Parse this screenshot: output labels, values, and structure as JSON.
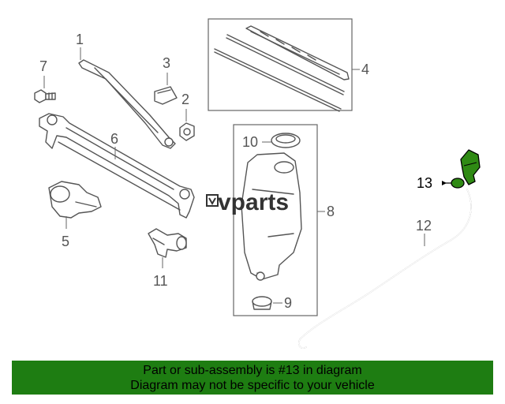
{
  "callouts": {
    "c1": "1",
    "c2": "2",
    "c3": "3",
    "c4": "4",
    "c5": "5",
    "c6": "6",
    "c7": "7",
    "c8": "8",
    "c9": "9",
    "c10": "10",
    "c11": "11",
    "c12": "12",
    "c13": "13"
  },
  "highlight_color": "#2f8a14",
  "watermark": {
    "brand": "vparts"
  },
  "banner": {
    "line1": "Part or sub-assembly is #13 in diagram",
    "line2": "Diagram may not be specific to your vehicle",
    "background": "#1e7d12"
  }
}
